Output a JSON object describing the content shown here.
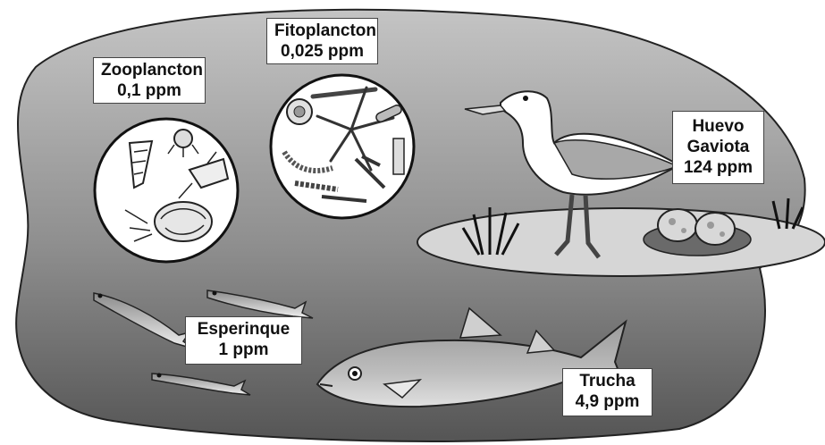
{
  "labels": {
    "fitoplancton": {
      "name": "Fitoplancton",
      "value": "0,025 ppm"
    },
    "zooplancton": {
      "name": "Zooplancton",
      "value": "0,1 ppm"
    },
    "huevo_gaviota": {
      "line1": "Huevo",
      "line2": "Gaviota",
      "value": "124 ppm"
    },
    "esperinque": {
      "name": "Esperinque",
      "value": "1 ppm"
    },
    "trucha": {
      "name": "Trucha",
      "value": "4,9 ppm"
    }
  },
  "colors": {
    "water_top": "#b8b8b8",
    "water_bottom": "#5a5a5a",
    "island": "#d4d4d4",
    "outline": "#222222"
  }
}
